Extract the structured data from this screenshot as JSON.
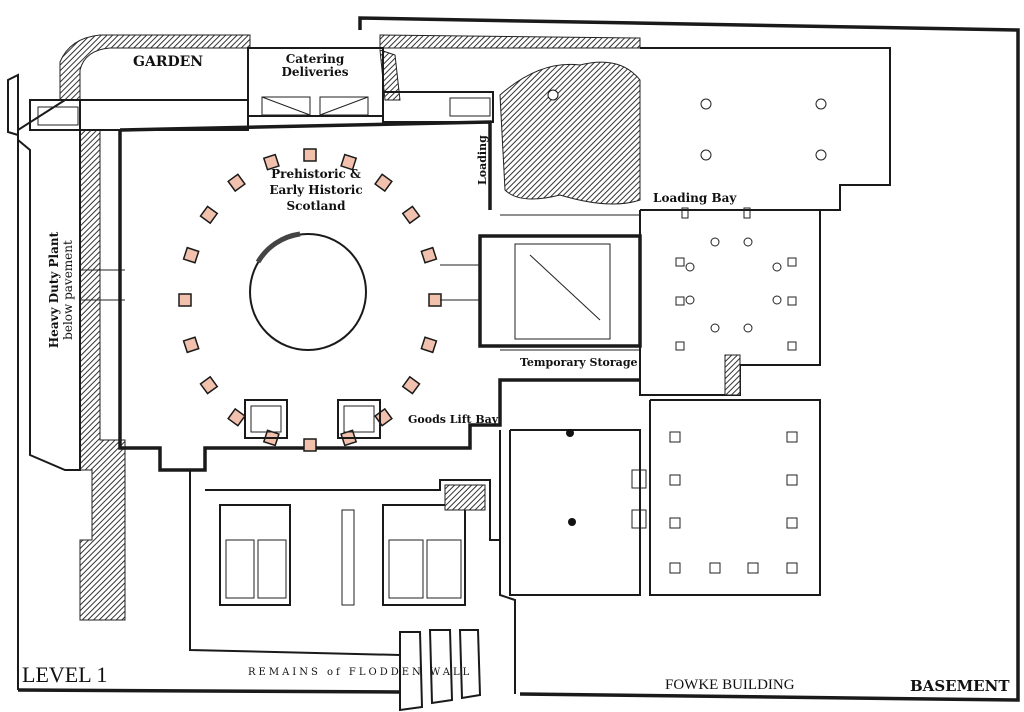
{
  "title": "LEVEL 1",
  "corner_label": "BASEMENT",
  "labels": {
    "garden": "GARDEN",
    "catering_1": "Catering",
    "catering_2": "Deliveries",
    "gallery_1": "Prehistoric &",
    "gallery_2": "Early Historic",
    "gallery_3": "Scotland",
    "loading": "Loading",
    "loading_bay": "Loading Bay",
    "plant_1": "Heavy Duty Plant",
    "plant_2": "below pavement",
    "temporary_storage": "Temporary Storage",
    "goods_lift_bay": "Goods Lift Bay",
    "flodden_wall": "REMAINS of FLODDEN WALL",
    "fowke_building": "FOWKE BUILDING"
  },
  "colors": {
    "display_case": "#f2c1ae",
    "line": "#1a1a1a"
  },
  "display_case_count": 20
}
